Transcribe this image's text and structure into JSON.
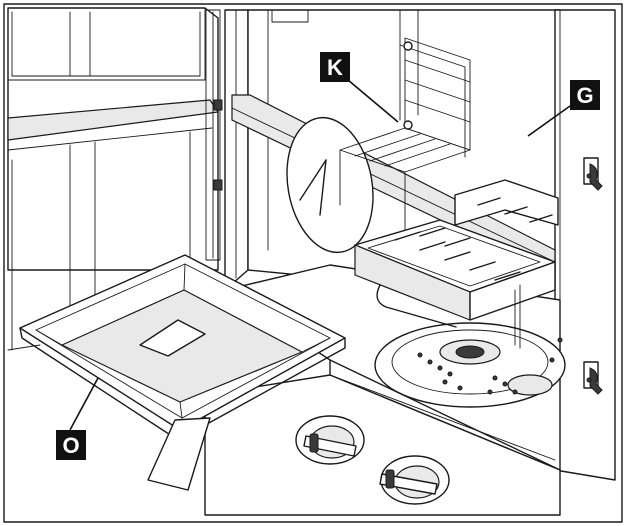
{
  "callouts": [
    {
      "id": "K",
      "label": "K"
    },
    {
      "id": "G",
      "label": "G"
    },
    {
      "id": "O",
      "label": "O"
    }
  ],
  "colors": {
    "line": "#1a1a1a",
    "callout_fill": "#111111",
    "callout_text": "#ffffff",
    "background": "#ffffff"
  }
}
